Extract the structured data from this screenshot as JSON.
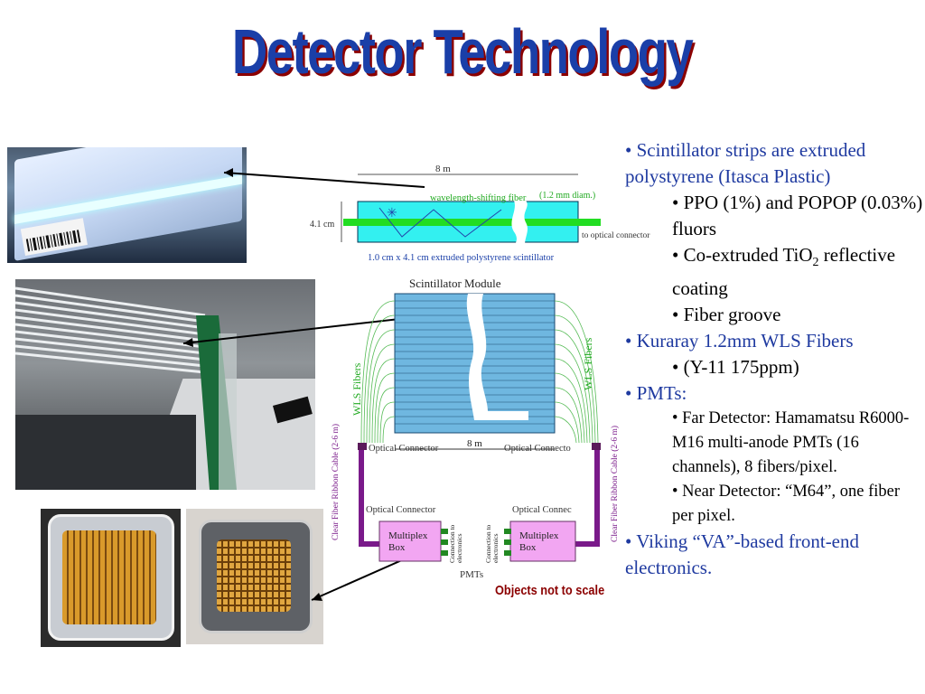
{
  "title": "Detector Technology",
  "scale_note": "Objects not to scale",
  "strip_diagram": {
    "length_label": "8 m",
    "fiber_label": "wavelength-shifting fiber",
    "fiber_diam": "(1.2 mm diam.)",
    "width_label": "4.1 cm",
    "optical_connector_label": "to optical connector",
    "caption": "1.0 cm x 4.1 cm extruded polystyrene scintillator"
  },
  "module_diagram": {
    "title": "Scintillator Module",
    "wls_left": "WLS Fibers",
    "wls_right": "WLS Fibers",
    "length_label": "8 m",
    "optical_connector_left": "Optical Connector",
    "optical_connector_right": "Optical Connecto",
    "optical_connector_lower_left": "Optical Connector",
    "optical_connector_lower_right": "Optical Connec",
    "clear_fiber_left": "Clear Fiber Ribbon Cable (2-6 m)",
    "clear_fiber_right": "Clear Fiber Ribbon Cable (2-6 m)",
    "mux_left_line1": "Multiplex",
    "mux_left_line2": "Box",
    "mux_right_line1": "Multiplex",
    "mux_right_line2": "Box",
    "conn_left_line1": "Connection to",
    "conn_left_line2": "electronics",
    "conn_right_line1": "Connection to",
    "conn_right_line2": "electronics",
    "pmts_label": "PMTs"
  },
  "bullets": {
    "b1": "• Scintillator strips are extruded polystyrene (Itasca Plastic)",
    "b1_1": "•  PPO (1%) and POPOP (0.03%) fluors",
    "b1_2_pre": "• Co-extruded TiO",
    "b1_2_sub": "2",
    "b1_2_post": " reflective coating",
    "b1_3": "• Fiber groove",
    "b2": "• Kuraray 1.2mm WLS Fibers",
    "b2_1": "• (Y-11 175ppm)",
    "b3": "• PMTs:",
    "b3_1": "• Far Detector: Hamamatsu R6000-M16 multi-anode PMTs (16 channels), 8 fibers/pixel.",
    "b3_2": "• Near Detector: “M64”, one fiber per pixel.",
    "b4": "• Viking “VA”-based front-end electronics."
  },
  "colors": {
    "title_blue": "#1a3fa8",
    "title_shadow": "#8b0000",
    "bullet_blue": "#1f3aa0",
    "scintillator_cyan": "#33f0f0",
    "fiber_green": "#22dd22",
    "module_blue": "#6fb7e0",
    "mux_pink": "#f2a6f2",
    "cable_purple": "#7a1a8a",
    "note_red": "#8b0000"
  }
}
